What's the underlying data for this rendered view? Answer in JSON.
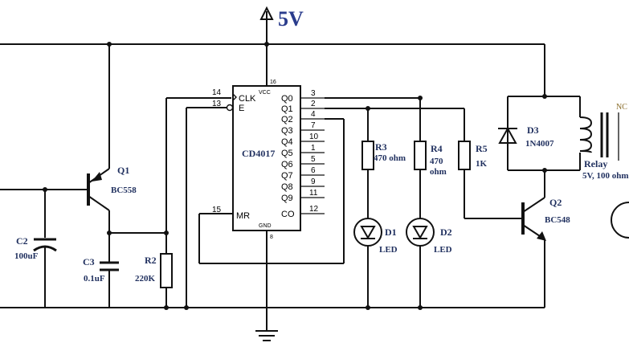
{
  "supply_label": "5V",
  "ic": {
    "name": "CD4017",
    "vcc": "VCC",
    "gnd": "GND",
    "clk": "CLK",
    "en": "E",
    "mr": "MR",
    "pin_vcc": "16",
    "pin_gnd": "8",
    "pin_clk": "14",
    "pin_en": "13",
    "pin_mr": "15",
    "outputs": [
      {
        "label": "Q0",
        "pin": "3"
      },
      {
        "label": "Q1",
        "pin": "2"
      },
      {
        "label": "Q2",
        "pin": "4"
      },
      {
        "label": "Q3",
        "pin": "7"
      },
      {
        "label": "Q4",
        "pin": "10"
      },
      {
        "label": "Q5",
        "pin": "1"
      },
      {
        "label": "Q6",
        "pin": "5"
      },
      {
        "label": "Q7",
        "pin": "6"
      },
      {
        "label": "Q8",
        "pin": "9"
      },
      {
        "label": "Q9",
        "pin": "11"
      },
      {
        "label": "CO",
        "pin": "12"
      }
    ]
  },
  "components": {
    "q1": {
      "ref": "Q1",
      "value": "BC558"
    },
    "c2": {
      "ref": "C2",
      "value": "100uF"
    },
    "c3": {
      "ref": "C3",
      "value": "0.1uF"
    },
    "r2": {
      "ref": "R2",
      "value": "220K"
    },
    "r3": {
      "ref": "R3",
      "value": "470 ohm"
    },
    "r4": {
      "ref": "R4",
      "value_line1": "470",
      "value_line2": "ohm"
    },
    "r5": {
      "ref": "R5",
      "value": "1K"
    },
    "d1": {
      "ref": "D1",
      "value": "LED"
    },
    "d2": {
      "ref": "D2",
      "value": "LED"
    },
    "d3": {
      "ref": "D3",
      "value": "1N4007"
    },
    "q2": {
      "ref": "Q2",
      "value": "BC548"
    },
    "relay": {
      "ref": "Relay",
      "value": "5V, 100 ohm",
      "contact": "NC"
    }
  }
}
